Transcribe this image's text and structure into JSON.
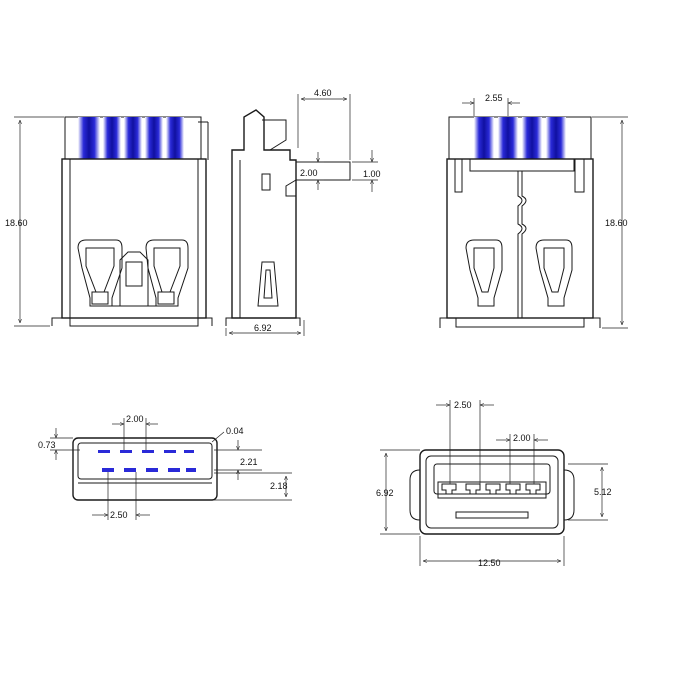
{
  "colors": {
    "line": "#1a1a1a",
    "pin_blue": "#2a2ad8",
    "pin_blue_dark": "#1010a0",
    "background": "#ffffff"
  },
  "front_view": {
    "height_label": "18.60"
  },
  "side_view": {
    "overhang_label": "4.60",
    "pin_gap_label": "2.00",
    "pin_thickness_label": "1.00",
    "depth_label": "6.92"
  },
  "back_view": {
    "pitch_label": "2.55",
    "height_label": "18.60"
  },
  "plug_view": {
    "wall_label": "0.73",
    "pitch_top_label": "2.00",
    "offset_label": "0.04",
    "row_gap_label": "2.21",
    "tongue_label": "2.18",
    "pitch_bottom_label": "2.50"
  },
  "socket_view": {
    "pitch_a_label": "2.50",
    "pitch_b_label": "2.00",
    "height_label": "6.92",
    "inner_height_label": "5.12",
    "width_label": "12.50"
  }
}
